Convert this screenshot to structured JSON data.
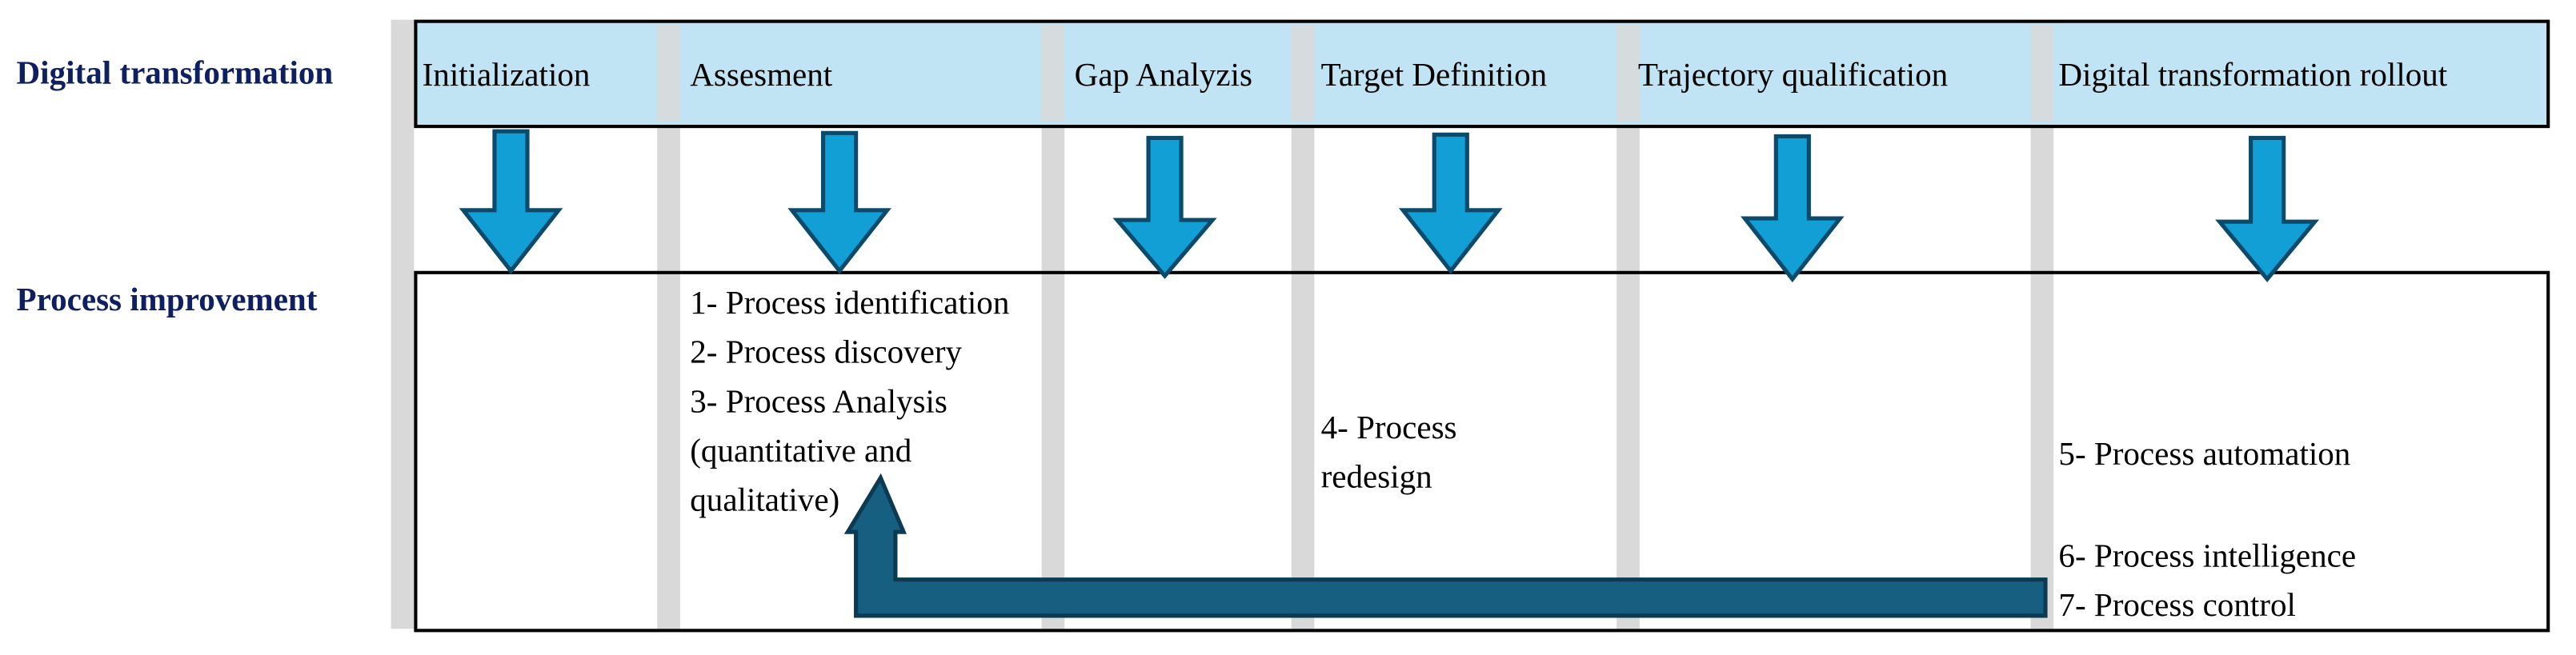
{
  "rows": {
    "top_label": "Digital transformation",
    "bottom_label": "Process improvement"
  },
  "phases": [
    "Initialization",
    "Assesment",
    "Gap Analyzis",
    "Target Definition",
    "Trajectory qualification",
    "Digital transformation rollout"
  ],
  "process_steps": {
    "assessment": [
      "1- Process identification",
      "2- Process discovery",
      "3- Process Analysis",
      "(quantitative and",
      "qualitative)"
    ],
    "target_definition": [
      "4- Process",
      "redesign"
    ],
    "rollout_a": "5- Process automation",
    "rollout_b": [
      "6- Process intelligence",
      "7- Process control"
    ]
  },
  "colors": {
    "phase_fill": "#c0e4f4",
    "down_arrow": "#129fd6",
    "arrow_outline": "#0b4a6a",
    "feedback_arrow": "#175f80",
    "label_text": "#0e2060",
    "column_strip": "#d9d9d9"
  }
}
